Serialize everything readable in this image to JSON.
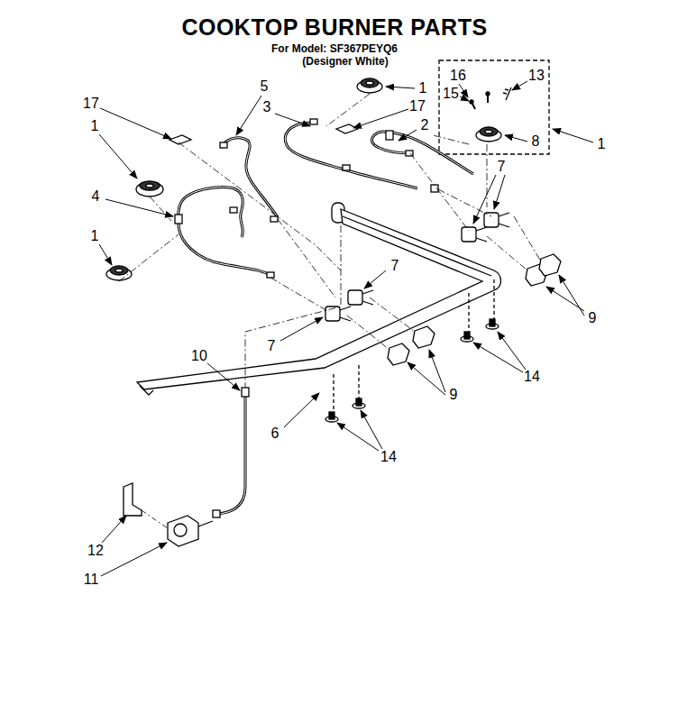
{
  "diagram": {
    "title": "COOKTOP BURNER PARTS",
    "labels": [
      "For Model: SF367PEYQ6",
      "(Designer White)",
      "16",
      "13",
      "15",
      "1",
      "5",
      "3",
      "17",
      "17",
      "2",
      "8",
      "1",
      "1",
      "7",
      "4",
      "1",
      "7",
      "9",
      "7",
      "10",
      "14",
      "9",
      "6",
      "14",
      "12",
      "11"
    ]
  }
}
